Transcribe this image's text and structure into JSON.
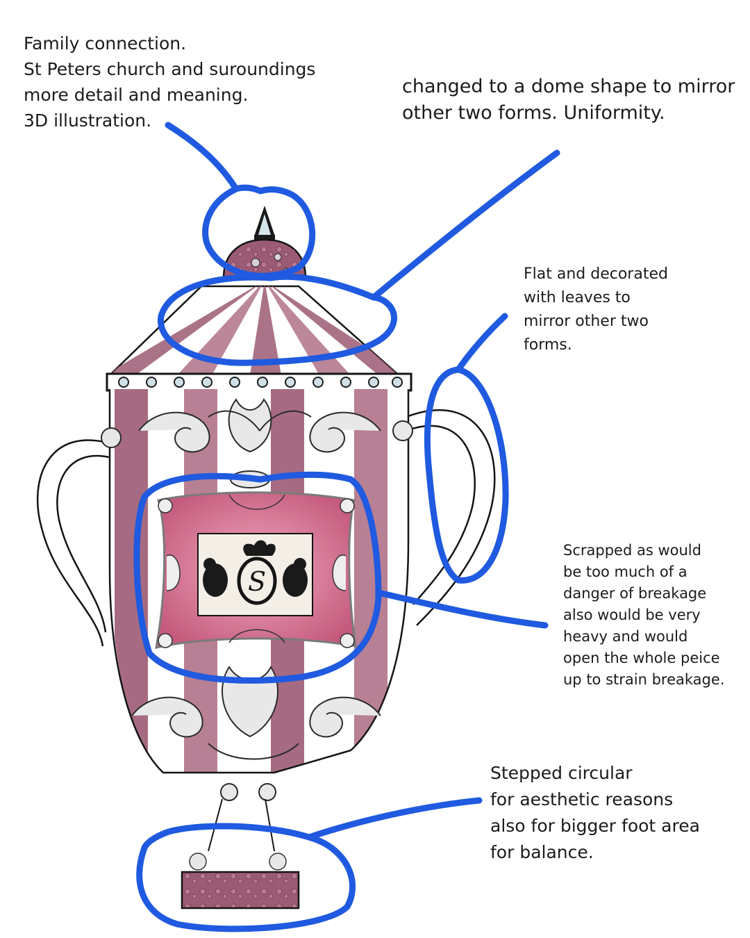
{
  "annotations": {
    "family": {
      "lines": [
        "Family connection.",
        "St Peters church and suroundings",
        "more detail and meaning.",
        "3D illustration."
      ]
    },
    "dome": {
      "lines": [
        "changed to a dome shape to mirror",
        "other two forms. Uniformity."
      ]
    },
    "handles": {
      "lines": [
        "Flat and decorated",
        "with leaves to",
        "mirror other two",
        "forms."
      ]
    },
    "panel": {
      "lines": [
        "Scrapped as would",
        "be too much of a",
        "danger of breakage",
        "also would be very",
        "heavy and would",
        "open the whole peice",
        "up to strain breakage."
      ]
    },
    "foot": {
      "lines": [
        "Stepped circular",
        "for aesthetic reasons",
        "also for bigger foot area",
        "for balance."
      ]
    }
  },
  "medallion": {
    "monogram": "S"
  },
  "colors": {
    "annotation_blue": "#1f5ae0",
    "stripe_rose": "#9c5b74",
    "panel_pink": "#d4708f",
    "ink": "#141414"
  }
}
